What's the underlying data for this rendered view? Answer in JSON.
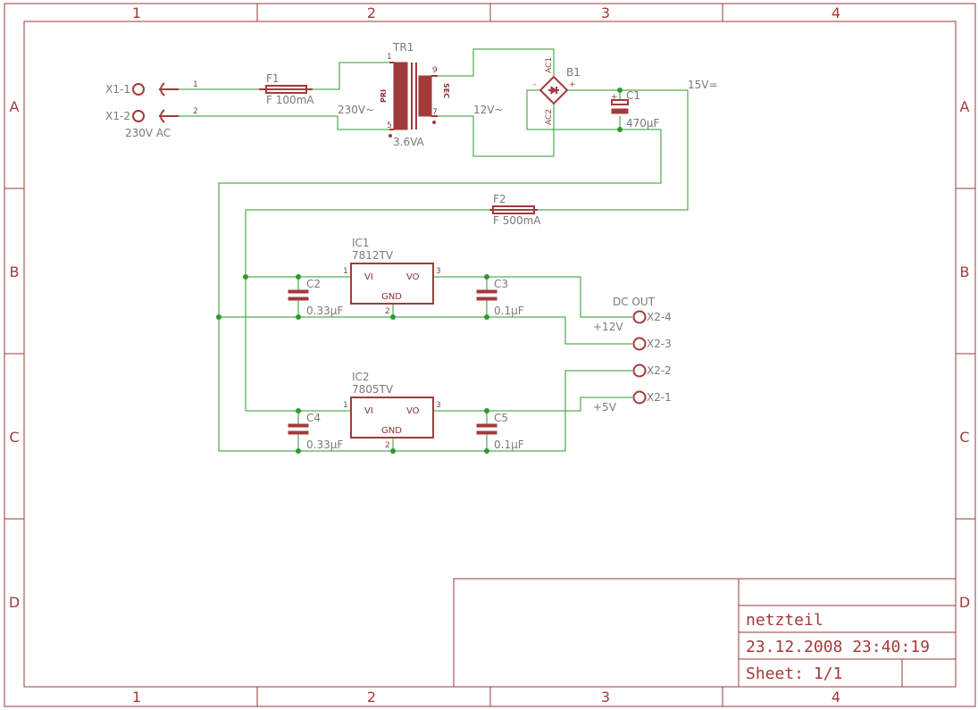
{
  "frame": {
    "cols": [
      "1",
      "2",
      "3",
      "4"
    ],
    "rows": [
      "A",
      "B",
      "C",
      "D"
    ]
  },
  "title_block": {
    "name": "netzteil",
    "date": "23.12.2008  23:40:19",
    "sheet": "Sheet: 1/1"
  },
  "input": {
    "x1_1": "X1-1",
    "x1_2": "X1-2",
    "pin1": "1",
    "pin2": "2",
    "voltage": "230V AC"
  },
  "fuse1": {
    "name": "F1",
    "value": "F 100mA"
  },
  "fuse2": {
    "name": "F2",
    "value": "F 500mA"
  },
  "transformer": {
    "name": "TR1",
    "primary": "PRI",
    "secondary": "SEC",
    "pins": [
      "1",
      "5",
      "9",
      "7"
    ],
    "rating": "3.6VA",
    "primary_voltage": "230V~",
    "secondary_voltage": "12V~"
  },
  "bridge": {
    "name": "B1",
    "ac1": "AC1",
    "ac2": "AC2",
    "minus": "-",
    "plus": "+"
  },
  "cap1": {
    "name": "C1",
    "value": "470µF",
    "plus": "+"
  },
  "rail": {
    "label": "15V="
  },
  "ic1": {
    "name": "IC1",
    "part": "7812TV",
    "vi": "VI",
    "vo": "VO",
    "gnd": "GND",
    "pin1": "1",
    "pin2": "2",
    "pin3": "3"
  },
  "ic2": {
    "name": "IC2",
    "part": "7805TV",
    "vi": "VI",
    "vo": "VO",
    "gnd": "GND",
    "pin1": "1",
    "pin2": "2",
    "pin3": "3"
  },
  "cap2": {
    "name": "C2",
    "value": "0.33µF"
  },
  "cap3": {
    "name": "C3",
    "value": "0.1µF"
  },
  "cap4": {
    "name": "C4",
    "value": "0.33µF"
  },
  "cap5": {
    "name": "C5",
    "value": "0.1µF"
  },
  "output": {
    "title": "DC OUT",
    "x2_4": "X2-4",
    "x2_3": "X2-3",
    "x2_2": "X2-2",
    "x2_1": "X2-1",
    "v12": "+12V",
    "v5": "+5V"
  }
}
